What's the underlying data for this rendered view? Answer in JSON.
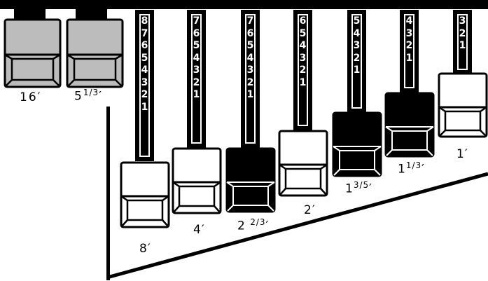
{
  "drawbar_panel": {
    "colors": {
      "white_cap": "#ffffff",
      "black_cap": "#000000",
      "gray_cap": "#bcbcbc",
      "outline": "#000000"
    },
    "sub_drawbars": [
      {
        "label": "16′",
        "color": "gray",
        "icon": "gray-drawbar-cap"
      },
      {
        "label": "5",
        "sup": "1/3",
        "suffix": "′",
        "color": "gray",
        "icon": "gray-drawbar-cap"
      }
    ],
    "drawbars": [
      {
        "label": "8′",
        "color": "white",
        "numbers": [
          "8",
          "7",
          "6",
          "5",
          "4",
          "3",
          "2",
          "1"
        ]
      },
      {
        "label": "4′",
        "color": "white",
        "numbers": [
          "7",
          "6",
          "5",
          "4",
          "3",
          "2",
          "1"
        ]
      },
      {
        "label": "2",
        "sup": "2/3",
        "suffix": "′",
        "color": "black",
        "numbers": [
          "7",
          "6",
          "5",
          "4",
          "3",
          "2",
          "1"
        ]
      },
      {
        "label": "2′",
        "color": "white",
        "numbers": [
          "6",
          "5",
          "4",
          "3",
          "2",
          "1"
        ]
      },
      {
        "label": "1",
        "sup": "3/5",
        "suffix": "′",
        "color": "black",
        "numbers": [
          "5",
          "4",
          "3",
          "2",
          "1"
        ]
      },
      {
        "label": "1",
        "sup": "1/3",
        "suffix": "′",
        "color": "black",
        "numbers": [
          "4",
          "3",
          "2",
          "1"
        ]
      },
      {
        "label": "1′",
        "color": "white",
        "numbers": [
          "3",
          "2",
          "1"
        ]
      }
    ]
  }
}
